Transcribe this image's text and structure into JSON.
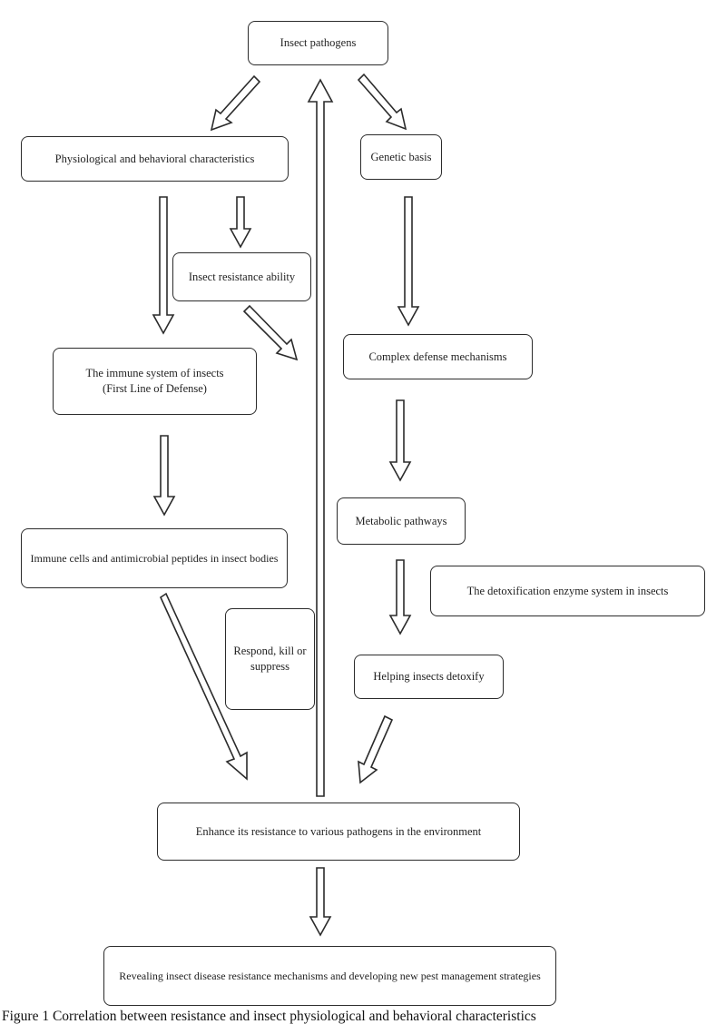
{
  "figure": {
    "caption": "Figure 1 Correlation between resistance and insect physiological and behavioral characteristics",
    "colors": {
      "ink": "#2b2b2b",
      "background": "#ffffff",
      "text": "#1f1f1f"
    },
    "nodes": {
      "insect_pathogens": {
        "label": "Insect pathogens"
      },
      "physiological": {
        "label": "Physiological and behavioral characteristics"
      },
      "genetic_basis": {
        "label": "Genetic basis"
      },
      "insect_resistance": {
        "label": "Insect resistance ability"
      },
      "immune_system": {
        "line1": "The immune system of insects",
        "line2": "(First Line of Defense)"
      },
      "complex_defense": {
        "label": "Complex defense mechanisms"
      },
      "metabolic_pathways": {
        "label": "Metabolic pathways"
      },
      "immune_cells": {
        "label": "Immune cells and antimicrobial peptides in insect bodies"
      },
      "detox_enzyme": {
        "label": "The detoxification enzyme system in insects"
      },
      "respond": {
        "line1": "Respond, kill or",
        "line2": "suppress"
      },
      "helping_detoxify": {
        "label": "Helping insects detoxify"
      },
      "enhance_resistance": {
        "label": "Enhance its resistance to various pathogens in the environment"
      },
      "revealing": {
        "label": "Revealing insect disease resistance mechanisms and developing new pest management strategies"
      }
    }
  }
}
